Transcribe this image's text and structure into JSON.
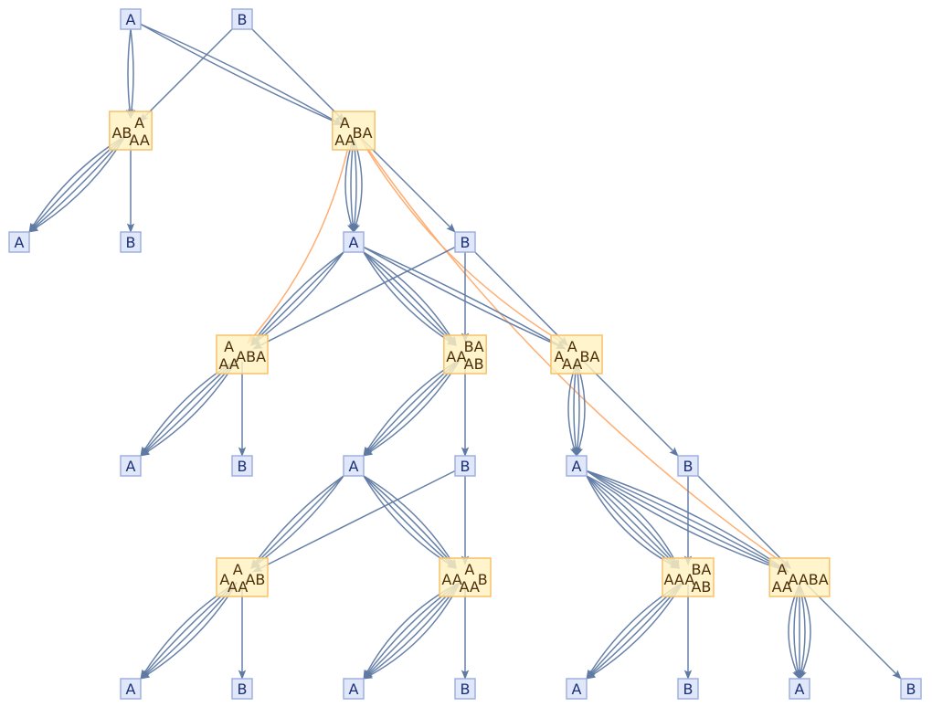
{
  "colors": {
    "edge": "#5f7aa3",
    "edge_highlight": "#ffaa6a",
    "simple_fill": "#dde4f7",
    "simple_stroke": "#9fb0e3",
    "simple_text": "#1a2f7a",
    "compound_fill": "#fff2c0",
    "compound_stroke": "#f5c26b",
    "compound_text": "#4d2f08"
  },
  "nodes": [
    {
      "id": "n0",
      "kind": "simple",
      "label": [
        {
          "t": "A"
        }
      ]
    },
    {
      "id": "n1",
      "kind": "simple",
      "label": [
        {
          "t": "B"
        }
      ]
    },
    {
      "id": "n2",
      "kind": "compound",
      "label": [
        {
          "t": "AB"
        },
        {
          "top": "A",
          "bot": "AA"
        }
      ]
    },
    {
      "id": "n3",
      "kind": "compound",
      "label": [
        {
          "top": "A",
          "bot": "AA"
        },
        {
          "t": "BA"
        }
      ]
    },
    {
      "id": "n4",
      "kind": "simple",
      "label": [
        {
          "t": "A"
        }
      ]
    },
    {
      "id": "n5",
      "kind": "simple",
      "label": [
        {
          "t": "B"
        }
      ]
    },
    {
      "id": "n6",
      "kind": "simple",
      "label": [
        {
          "t": "A"
        }
      ]
    },
    {
      "id": "n7",
      "kind": "simple",
      "label": [
        {
          "t": "B"
        }
      ]
    },
    {
      "id": "n8",
      "kind": "compound",
      "label": [
        {
          "top": "A",
          "bot": "AA"
        },
        {
          "t": "ABA"
        }
      ]
    },
    {
      "id": "n9",
      "kind": "compound",
      "label": [
        {
          "t": "AA"
        },
        {
          "top": "BA",
          "bot": "AB"
        }
      ]
    },
    {
      "id": "n10",
      "kind": "compound",
      "label": [
        {
          "t": "A"
        },
        {
          "top": "A",
          "bot": "AA"
        },
        {
          "t": "BA"
        }
      ]
    },
    {
      "id": "n11",
      "kind": "simple",
      "label": [
        {
          "t": "A"
        }
      ]
    },
    {
      "id": "n12",
      "kind": "simple",
      "label": [
        {
          "t": "B"
        }
      ]
    },
    {
      "id": "n13",
      "kind": "simple",
      "label": [
        {
          "t": "A"
        }
      ]
    },
    {
      "id": "n14",
      "kind": "simple",
      "label": [
        {
          "t": "B"
        }
      ]
    },
    {
      "id": "n15",
      "kind": "simple",
      "label": [
        {
          "t": "A"
        }
      ]
    },
    {
      "id": "n16",
      "kind": "simple",
      "label": [
        {
          "t": "B"
        }
      ]
    },
    {
      "id": "n17",
      "kind": "compound",
      "label": [
        {
          "t": "A"
        },
        {
          "top": "A",
          "bot": "AA"
        },
        {
          "t": "AB"
        }
      ]
    },
    {
      "id": "n18",
      "kind": "compound",
      "label": [
        {
          "t": "AA"
        },
        {
          "top": "A",
          "bot": "AA"
        },
        {
          "t": "B"
        }
      ]
    },
    {
      "id": "n19",
      "kind": "compound",
      "label": [
        {
          "t": "AAA"
        },
        {
          "top": "BA",
          "bot": "AB"
        }
      ]
    },
    {
      "id": "n20",
      "kind": "compound",
      "label": [
        {
          "top": "A",
          "bot": "AA"
        },
        {
          "t": "AABA"
        }
      ]
    },
    {
      "id": "n21",
      "kind": "simple",
      "label": [
        {
          "t": "A"
        }
      ]
    },
    {
      "id": "n22",
      "kind": "simple",
      "label": [
        {
          "t": "B"
        }
      ]
    },
    {
      "id": "n23",
      "kind": "simple",
      "label": [
        {
          "t": "A"
        }
      ]
    },
    {
      "id": "n24",
      "kind": "simple",
      "label": [
        {
          "t": "B"
        }
      ]
    },
    {
      "id": "n25",
      "kind": "simple",
      "label": [
        {
          "t": "A"
        }
      ]
    },
    {
      "id": "n26",
      "kind": "simple",
      "label": [
        {
          "t": "B"
        }
      ]
    },
    {
      "id": "n27",
      "kind": "simple",
      "label": [
        {
          "t": "A"
        }
      ]
    },
    {
      "id": "n28",
      "kind": "simple",
      "label": [
        {
          "t": "B"
        }
      ]
    }
  ],
  "edges": [
    {
      "from": "n0",
      "to": "n2",
      "count": 2,
      "style": "normal"
    },
    {
      "from": "n0",
      "to": "n3",
      "count": 2,
      "style": "normal"
    },
    {
      "from": "n1",
      "to": "n2",
      "count": 1,
      "style": "normal"
    },
    {
      "from": "n1",
      "to": "n3",
      "count": 1,
      "style": "normal"
    },
    {
      "from": "n2",
      "to": "n4",
      "count": 4,
      "style": "normal"
    },
    {
      "from": "n2",
      "to": "n5",
      "count": 1,
      "style": "normal"
    },
    {
      "from": "n3",
      "to": "n6",
      "count": 4,
      "style": "normal"
    },
    {
      "from": "n3",
      "to": "n7",
      "count": 1,
      "style": "normal"
    },
    {
      "from": "n3",
      "to": "n8",
      "count": 1,
      "style": "highlight"
    },
    {
      "from": "n3",
      "to": "n10",
      "count": 1,
      "style": "highlight"
    },
    {
      "from": "n3",
      "to": "n20",
      "count": 1,
      "style": "highlight"
    },
    {
      "from": "n6",
      "to": "n8",
      "count": 3,
      "style": "normal"
    },
    {
      "from": "n7",
      "to": "n8",
      "count": 1,
      "style": "normal"
    },
    {
      "from": "n6",
      "to": "n9",
      "count": 4,
      "style": "normal"
    },
    {
      "from": "n7",
      "to": "n9",
      "count": 1,
      "style": "normal"
    },
    {
      "from": "n6",
      "to": "n10",
      "count": 2,
      "style": "normal"
    },
    {
      "from": "n7",
      "to": "n10",
      "count": 1,
      "style": "normal"
    },
    {
      "from": "n8",
      "to": "n11",
      "count": 4,
      "style": "normal"
    },
    {
      "from": "n8",
      "to": "n12",
      "count": 1,
      "style": "normal"
    },
    {
      "from": "n9",
      "to": "n13",
      "count": 4,
      "style": "normal"
    },
    {
      "from": "n9",
      "to": "n14",
      "count": 1,
      "style": "normal"
    },
    {
      "from": "n10",
      "to": "n15",
      "count": 4,
      "style": "normal"
    },
    {
      "from": "n10",
      "to": "n16",
      "count": 1,
      "style": "normal"
    },
    {
      "from": "n13",
      "to": "n17",
      "count": 3,
      "style": "normal"
    },
    {
      "from": "n14",
      "to": "n17",
      "count": 1,
      "style": "normal"
    },
    {
      "from": "n13",
      "to": "n18",
      "count": 4,
      "style": "normal"
    },
    {
      "from": "n14",
      "to": "n18",
      "count": 1,
      "style": "normal"
    },
    {
      "from": "n15",
      "to": "n19",
      "count": 5,
      "style": "normal"
    },
    {
      "from": "n16",
      "to": "n19",
      "count": 1,
      "style": "normal"
    },
    {
      "from": "n15",
      "to": "n20",
      "count": 4,
      "style": "normal"
    },
    {
      "from": "n16",
      "to": "n20",
      "count": 1,
      "style": "normal"
    },
    {
      "from": "n17",
      "to": "n21",
      "count": 4,
      "style": "normal"
    },
    {
      "from": "n17",
      "to": "n22",
      "count": 1,
      "style": "normal"
    },
    {
      "from": "n18",
      "to": "n23",
      "count": 5,
      "style": "normal"
    },
    {
      "from": "n18",
      "to": "n24",
      "count": 1,
      "style": "normal"
    },
    {
      "from": "n19",
      "to": "n25",
      "count": 4,
      "style": "normal"
    },
    {
      "from": "n19",
      "to": "n26",
      "count": 1,
      "style": "normal"
    },
    {
      "from": "n20",
      "to": "n27",
      "count": 5,
      "style": "normal"
    },
    {
      "from": "n20",
      "to": "n28",
      "count": 1,
      "style": "normal"
    }
  ]
}
